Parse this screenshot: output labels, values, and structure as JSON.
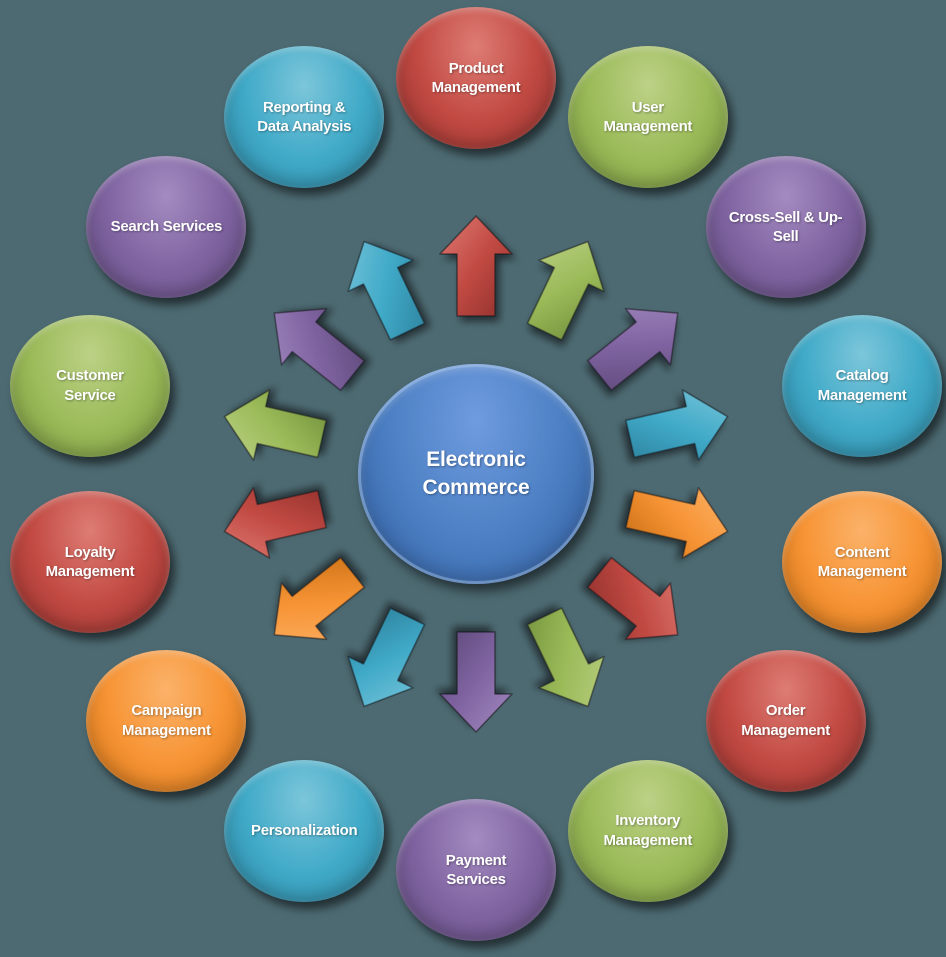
{
  "background_color": "#4D6A72",
  "diagram": {
    "title": "Electronic Commerce capability wheel",
    "center": {
      "label_line1": "Electronic",
      "label_line2": "Commerce",
      "color": "blue",
      "text_color": "#FFFFFF"
    },
    "palette": {
      "blue": {
        "light": "#6F9BE0",
        "base": "#4A7EC2",
        "dark": "#2F5899"
      },
      "red": {
        "light": "#DD7C74",
        "base": "#C24A43",
        "dark": "#8E2F2B"
      },
      "green": {
        "light": "#BCD186",
        "base": "#9BBB59",
        "dark": "#71903B"
      },
      "purple": {
        "light": "#A48BC0",
        "base": "#8064A2",
        "dark": "#5C4776"
      },
      "cyan": {
        "light": "#7CC6DA",
        "base": "#40AAC8",
        "dark": "#2B7E99"
      },
      "orange": {
        "light": "#FBB269",
        "base": "#F79435",
        "dark": "#C86E14"
      }
    },
    "nodes": [
      {
        "label": "Product Management",
        "color": "red",
        "angle_deg": -90
      },
      {
        "label": "User Management",
        "color": "green",
        "angle_deg": -64.29
      },
      {
        "label": "Cross-Sell & Up-Sell",
        "color": "purple",
        "angle_deg": -38.57
      },
      {
        "label": "Catalog Management",
        "color": "cyan",
        "angle_deg": -12.86
      },
      {
        "label": "Content Management",
        "color": "orange",
        "angle_deg": 12.86
      },
      {
        "label": "Order Management",
        "color": "red",
        "angle_deg": 38.57
      },
      {
        "label": "Inventory Management",
        "color": "green",
        "angle_deg": 64.29
      },
      {
        "label": "Payment Services",
        "color": "purple",
        "angle_deg": 90
      },
      {
        "label": "Personalization",
        "color": "cyan",
        "angle_deg": 115.71
      },
      {
        "label": "Campaign Management",
        "color": "orange",
        "angle_deg": 141.43
      },
      {
        "label": "Loyalty Management",
        "color": "red",
        "angle_deg": 167.14
      },
      {
        "label": "Customer Service",
        "color": "green",
        "angle_deg": 192.86
      },
      {
        "label": "Search Services",
        "color": "purple",
        "angle_deg": 218.57
      },
      {
        "label": "Reporting & Data Analysis",
        "color": "cyan",
        "angle_deg": 244.29
      }
    ]
  }
}
